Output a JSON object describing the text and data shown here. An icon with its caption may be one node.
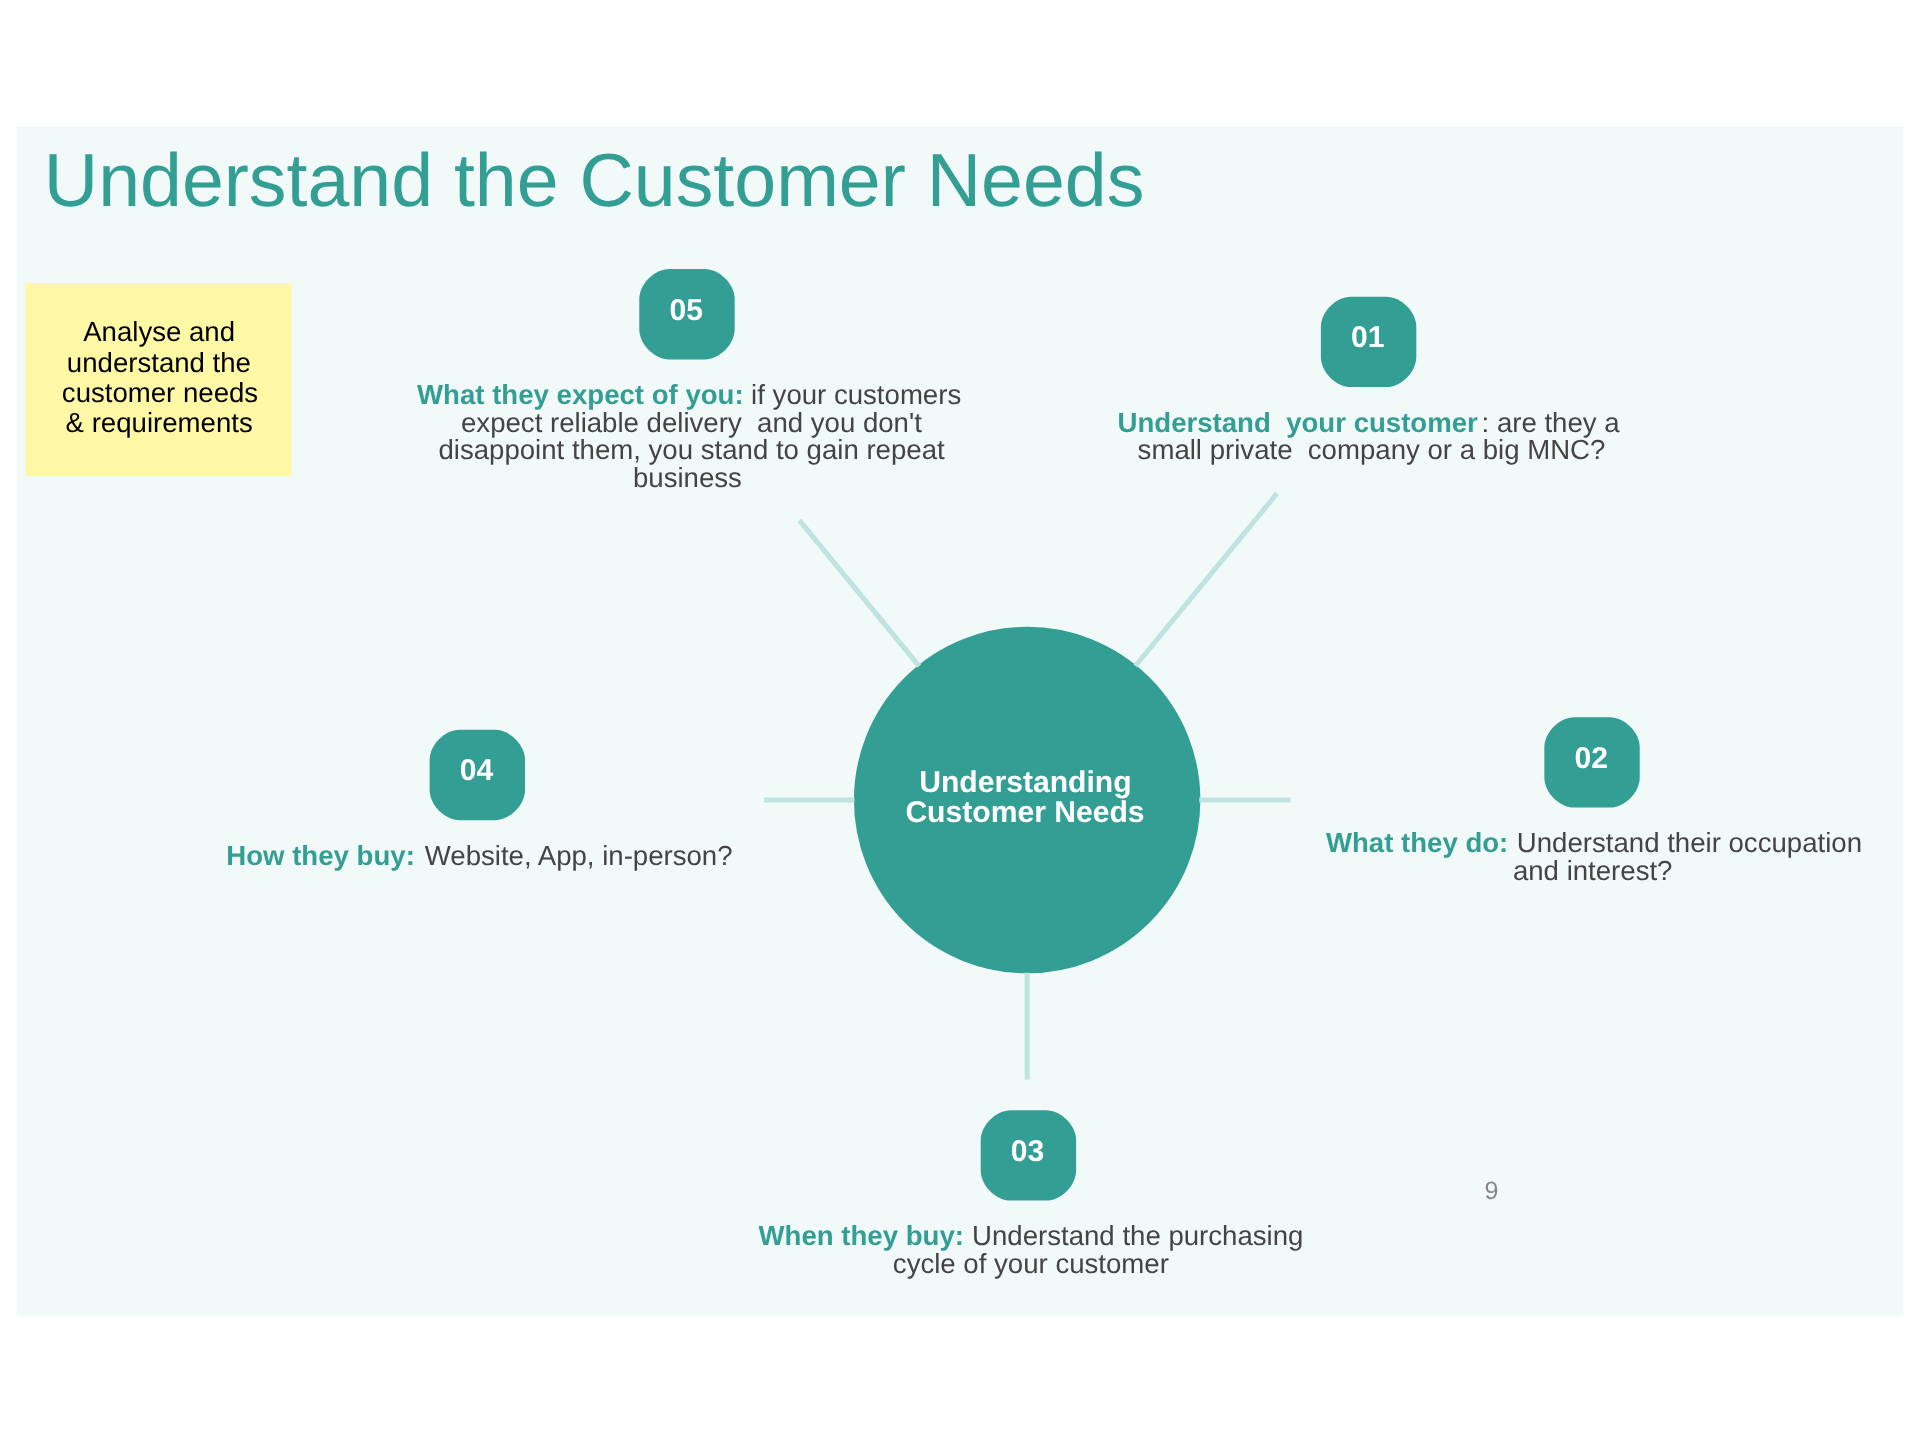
{
  "diagram": {
    "title": "Understand the Customer Needs",
    "nodes": [
      {
        "text": [
          "Analyse and understand the customer needs & requirements"
        ]
      },
      {
        "text": [
          "05"
        ],
        "beside": [
          "**What they expect of you:** if your customers expect reliable delivery  and you don't disappoint them, you stand to gain repeat business"
        ]
      },
      {
        "text": [
          "01"
        ],
        "beside": [
          "**Understand  your customer**: are they a small private  company or a big MNC?"
        ]
      },
      {
        "text": [
          "Understanding Customer Needs"
        ]
      },
      {
        "text": [
          "04"
        ],
        "beside": [
          "**How they buy:** Website, App, in-person?"
        ]
      },
      {
        "text": [
          "02"
        ],
        "beside": [
          "**What they do:** Understand their occupation and interest?"
        ]
      },
      {
        "text": [
          "03"
        ],
        "beside": [
          "**When they buy:** Understand the purchasing cycle of your customer"
        ]
      }
    ],
    "edges": [
      {
        "from": 3,
        "to": 2,
        "arrow": "none"
      },
      {
        "from": 3,
        "to": 5,
        "arrow": "none"
      },
      {
        "from": 3,
        "to": 6,
        "arrow": "none"
      },
      {
        "from": 3,
        "to": 4,
        "arrow": "none"
      },
      {
        "from": 3,
        "to": 1,
        "arrow": "none"
      }
    ],
    "labels": [
      "9"
    ]
  }
}
